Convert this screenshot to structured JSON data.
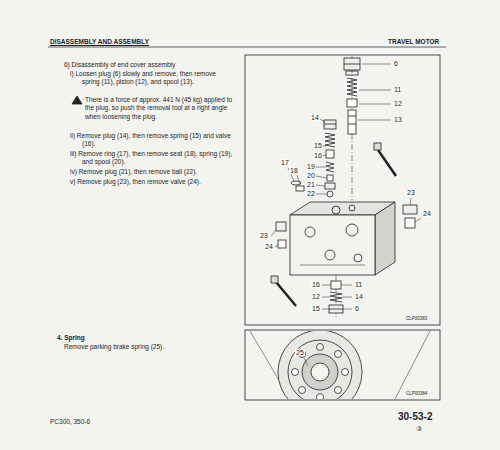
{
  "diagram": {
    "labels": [
      "DISASSEMBLY AND ASSEMBLY",
      "TRAVEL MOTOR",
      "6) Disassembly of end cover assembly",
      "i) Loosen plug (6) slowly and remove, then remove spring (11), piston (12), and spool (13).",
      "There is a force of approx. 441 N (45 kg) applied to the plug, so push the removal tool at a right angle when loosening the plug.",
      "ii) Remove plug (14), then remove spring (15) and valve (16).",
      "iii) Remove ring (17), then remove seat (18), spring (19), and spool (20).",
      "iv) Remove plug (21), then remove ball (22).",
      "v) Remove plug (23), then remove valve (24).",
      "4. Spring",
      "Remove parking brake spring (25).",
      "PC300, 350-6",
      "30-53-2",
      "③",
      "CLP00383",
      "CLP00384",
      "6",
      "11",
      "12",
      "13",
      "14",
      "15",
      "16",
      "17",
      "18",
      "19",
      "20",
      "21",
      "22",
      "23",
      "24",
      "23",
      "24",
      "16",
      "12",
      "15",
      "11",
      "14",
      "6",
      "25"
    ]
  }
}
